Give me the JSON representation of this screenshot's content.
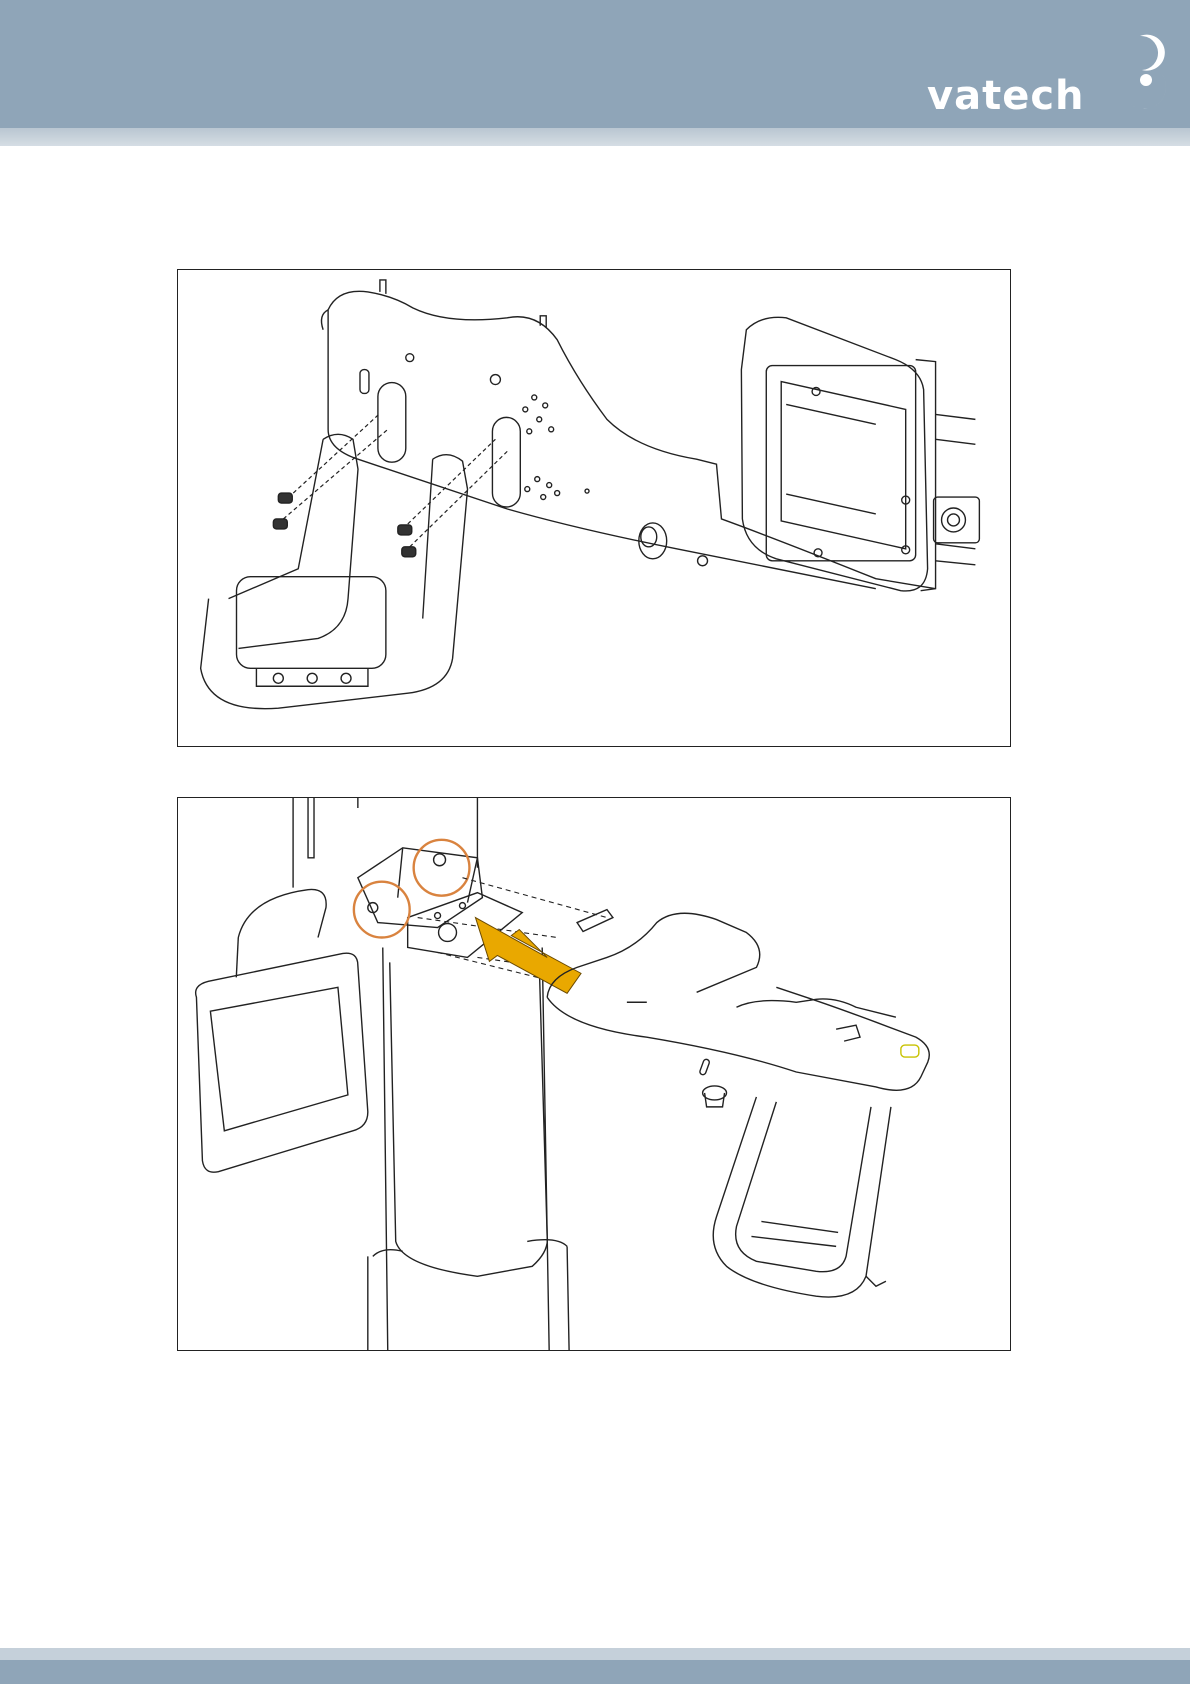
{
  "header": {
    "logo_text": "vatech",
    "logo_icon": "vatech-logo-mark",
    "background_color": "#8fa5b8"
  },
  "figures": [
    {
      "name": "figure-1",
      "icon": "chin-rest-assembly-drawing"
    },
    {
      "name": "figure-2",
      "icon": "arm-attachment-drawing",
      "highlight_color": "#d9833f",
      "arrow_color": "#e9a800"
    }
  ],
  "footer": {
    "background_color": "#8fa5b8"
  }
}
